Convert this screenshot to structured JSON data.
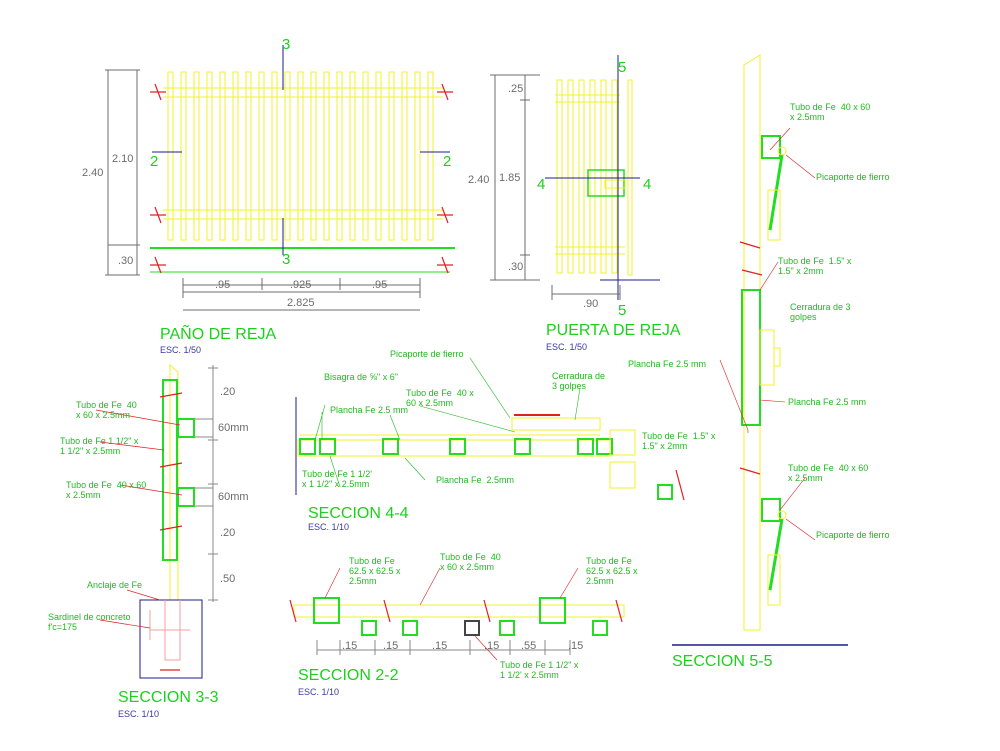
{
  "colors": {
    "background": "#ffffff",
    "bars": "#f2f22a",
    "frame": "#22dd22",
    "labels": "#1bd11b",
    "cutmarks": "#e02020",
    "section_lines": "#1c1c8c",
    "dims": "#6c6c6c"
  },
  "titles": {
    "pano": {
      "name": "PAÑO DE REJA",
      "scale": "ESC. 1/50"
    },
    "puerta": {
      "name": "PUERTA DE REJA",
      "scale": "ESC. 1/50"
    },
    "sec44": {
      "name": "SECCION 4-4",
      "scale": "ESC. 1/10"
    },
    "sec22": {
      "name": "SECCION 2-2",
      "scale": "ESC. 1/10"
    },
    "sec33": {
      "name": "SECCION 3-3",
      "scale": "ESC. 1/10"
    },
    "sec55": {
      "name": "SECCION 5-5"
    }
  },
  "section_marks": {
    "pano": {
      "top": "3",
      "bottom": "3",
      "left": "2",
      "right": "2"
    },
    "puerta": {
      "top": "5",
      "bottom": "5",
      "left": "4",
      "right": "4"
    }
  },
  "dims": {
    "pano": {
      "h_total": "2.40",
      "h_upper": "2.10",
      "h_lower": ".30",
      "w1": ".95",
      "w2": ".925",
      "w3": ".95",
      "w_total": "2.825"
    },
    "puerta": {
      "h_total": "2.40",
      "h_top": ".25",
      "h_mid": "1.85",
      "h_bottom": ".30",
      "w": ".90"
    },
    "sec33": {
      "d1": ".20",
      "d2": "60mm",
      "d3": "60mm",
      "d4": ".20",
      "d5": ".50"
    },
    "sec22": {
      "d1": ".15",
      "d2": ".15",
      "d3": ".15",
      "d4": ".15",
      "d5": ".55",
      "d6": ".15"
    }
  },
  "notes": {
    "sec33": {
      "tubo40": "Tubo de Fe  40\nx 60 x 2.5mm",
      "tubo112": "Tubo de Fe 1 1/2\" x\n1 1/2\" x 2.5mm",
      "tubo40b": "Tubo de Fe  40 x 60\nx 2.5mm",
      "anclaje": "Anclaje de Fe",
      "sardinel": "Sardinel de concreto\nf'c=175"
    },
    "sec44": {
      "picaporte": "Picaporte de fierro",
      "bisagra": "Bisagra de ⅝\" x 6\"",
      "tubo4060": "Tubo de Fe  40 x\n60 x 2.5mm",
      "cerradura": "Cerradura de\n3 golpes",
      "plancha1": "Plancha Fe 2.5 mm",
      "tubo112": "Tubo de Fe 1 1/2'\nx 1 1/2\" x 2.5mm",
      "plancha2": "Plancha Fe  2.5mm"
    },
    "sec22": {
      "tubo625a": "Tubo de Fe\n62.5 x 62.5 x\n2.5mm",
      "tubo40": "Tubo de Fe  40\nx 60 x 2.5mm",
      "tubo625b": "Tubo de Fe\n62.5 x 62.5 x\n2.5mm",
      "tubo112": "Tubo de Fe 1 1/2\" x\n1 1/2' x 2.5mm"
    },
    "sec55": {
      "tubo40a": "Tubo de Fe  40 x 60\nx 2.5mm",
      "picaporte_a": "Picaporte de fierro",
      "tubo15a": "Tubo de Fe  1.5\" x\n1.5\" x 2mm",
      "cerradura": "Cerradura de 3\ngolpes",
      "plancha_l": "Plancha Fe 2.5 mm",
      "plancha_r": "Plancha Fe 2.5 mm",
      "tubo15b": "Tubo de Fe  1.5\" x\n1.5\" x 2mm",
      "tubo40b": "Tubo de Fe  40 x 60\nx 2.5mm",
      "picaporte_b": "Picaporte de fierro"
    }
  }
}
